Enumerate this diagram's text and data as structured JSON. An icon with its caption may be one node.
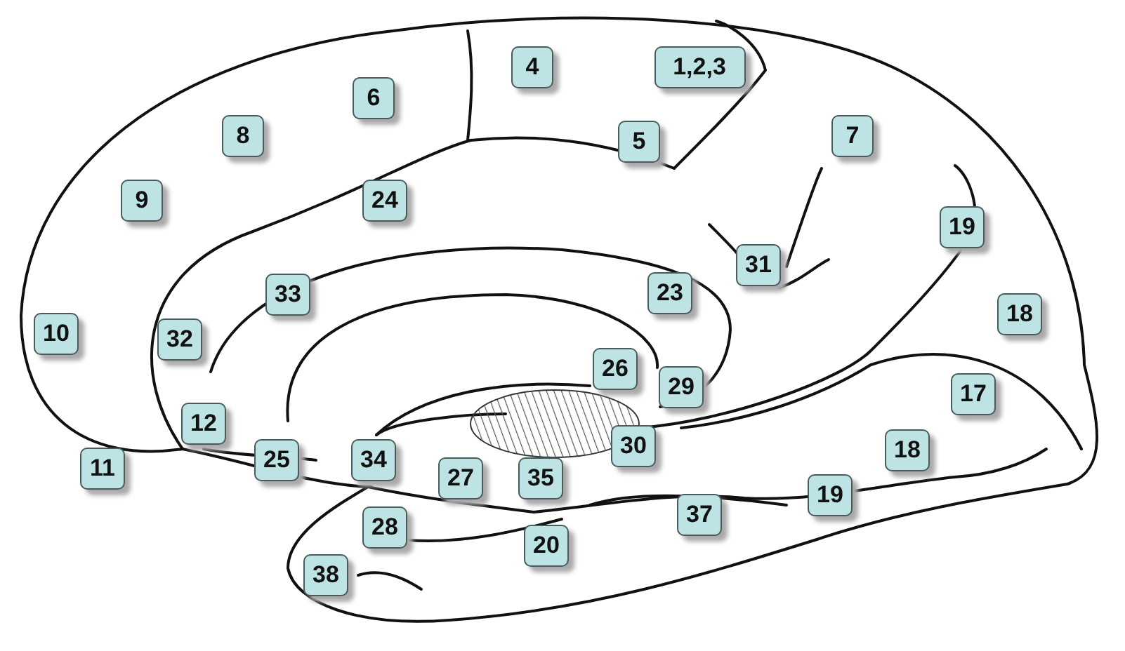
{
  "diagram": {
    "nodes": [
      {
        "text": [
          "4"
        ]
      },
      {
        "text": [
          "1,2,3"
        ]
      },
      {
        "text": [
          "6"
        ]
      },
      {
        "text": [
          "8"
        ]
      },
      {
        "text": [
          "7"
        ]
      },
      {
        "text": [
          "5"
        ]
      },
      {
        "text": [
          "9"
        ]
      },
      {
        "text": [
          "24"
        ]
      },
      {
        "text": [
          "19"
        ]
      },
      {
        "text": [
          "31"
        ]
      },
      {
        "text": [
          "23"
        ]
      },
      {
        "text": [
          "33"
        ]
      },
      {
        "text": [
          "18"
        ]
      },
      {
        "text": [
          "10"
        ]
      },
      {
        "text": [
          "32"
        ]
      },
      {
        "text": [
          "26"
        ]
      },
      {
        "text": [
          "29"
        ]
      },
      {
        "text": [
          "17"
        ]
      },
      {
        "text": [
          "12"
        ]
      },
      {
        "text": [
          "30"
        ]
      },
      {
        "text": [
          "18"
        ]
      },
      {
        "text": [
          "25"
        ]
      },
      {
        "text": [
          "34"
        ]
      },
      {
        "text": [
          "11"
        ]
      },
      {
        "text": [
          "27"
        ]
      },
      {
        "text": [
          "35"
        ]
      },
      {
        "text": [
          "19"
        ]
      },
      {
        "text": [
          "37"
        ]
      },
      {
        "text": [
          "28"
        ]
      },
      {
        "text": [
          "20"
        ]
      },
      {
        "text": [
          "38"
        ]
      }
    ]
  }
}
